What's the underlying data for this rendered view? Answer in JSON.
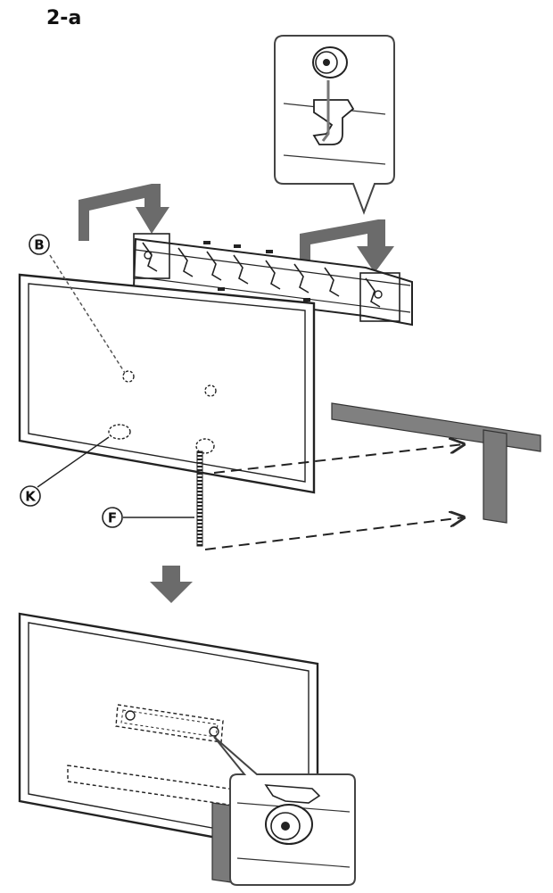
{
  "step": {
    "label": "2-a"
  },
  "callouts": {
    "b": "B",
    "k": "K",
    "f": "F"
  },
  "colors": {
    "line": "#2a2a2a",
    "arrow_fill": "#6b6b6b",
    "bracket_fill": "#ffffff",
    "background": "#ffffff"
  }
}
